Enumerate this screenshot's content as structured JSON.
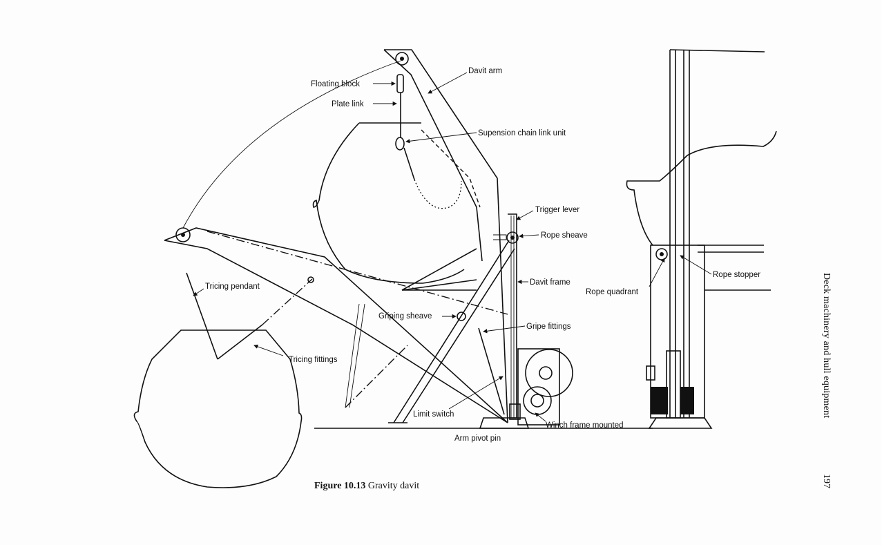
{
  "figure": {
    "number": "Figure 10.13",
    "caption": "Gravity davit"
  },
  "labels": {
    "floating_block": "Floating block",
    "plate_link": "Plate link",
    "davit_arm": "Davit arm",
    "suspension_chain": "Supension chain link unit",
    "trigger_lever": "Trigger lever",
    "rope_sheave": "Rope sheave",
    "davit_frame": "Davit frame",
    "tricing_pendant": "Tricing pendant",
    "griping_sheave": "Griping sheave",
    "gripe_fittings": "Gripe fittings",
    "tricing_fittings": "Tricing fittings",
    "limit_switch": "Limit switch",
    "winch_frame": "Winch frame mounted",
    "arm_pivot_pin": "Arm pivot pin",
    "rope_quadrant": "Rope quadrant",
    "rope_stopper": "Rope stopper"
  },
  "running_header": "Deck machinery and hull equipment",
  "page_number": "197"
}
